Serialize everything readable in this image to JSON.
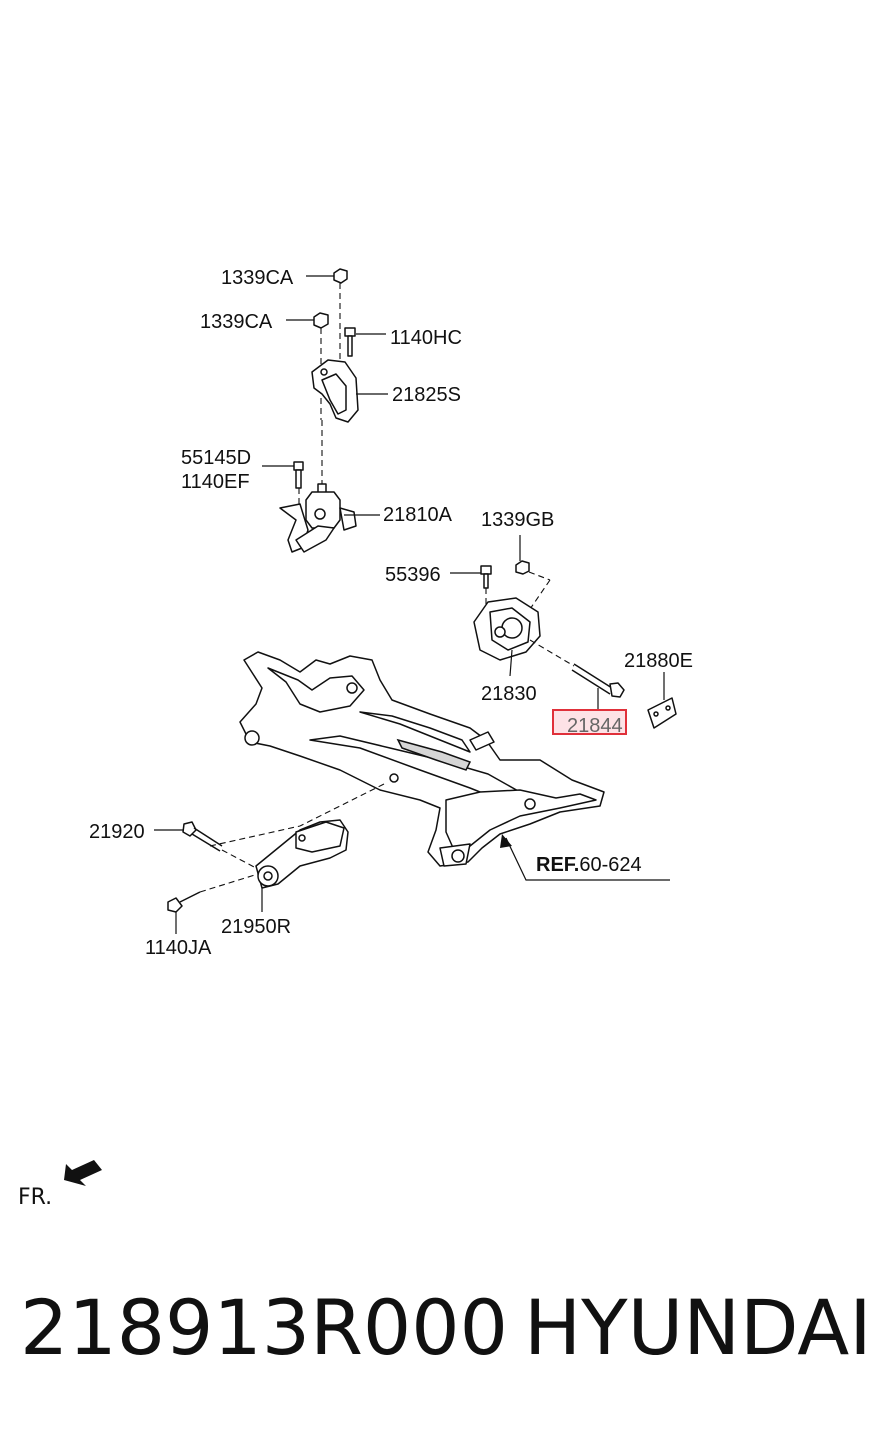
{
  "callouts": {
    "c1339ca_top": "1339CA",
    "c1339ca_mid": "1339CA",
    "c1140hc": "1140HC",
    "c21825s": "21825S",
    "c55145d": "55145D",
    "c1140ef": "1140EF",
    "c21810a": "21810A",
    "c1339gb": "1339GB",
    "c55396": "55396",
    "c21830": "21830",
    "c21880e": "21880E",
    "c21844": "21844",
    "c21920": "21920",
    "c21950r": "21950R",
    "c1140ja": "1140JA"
  },
  "reference": {
    "prefix": "REF.",
    "code": "60-624"
  },
  "direction_label": "FR.",
  "highlight": {
    "part": "21844",
    "color": "#e0303a",
    "fill": "#fde2e6"
  },
  "footer": {
    "part_number": "218913R000",
    "brand": "HYUNDAI"
  }
}
